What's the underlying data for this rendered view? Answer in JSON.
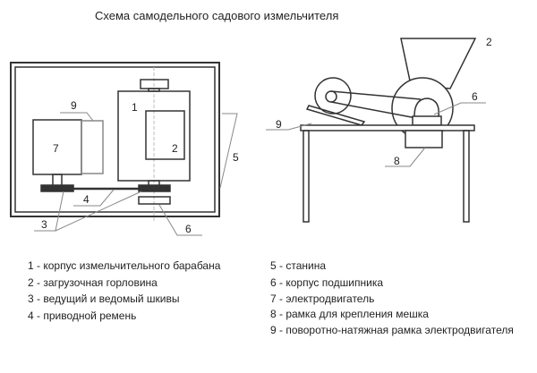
{
  "title": "Схема самодельного садового измельчителя",
  "callouts": {
    "c1": "1",
    "c2": "2",
    "c3": "3",
    "c4": "4",
    "c5": "5",
    "c6": "6",
    "c7": "7",
    "c8": "8",
    "c9": "9"
  },
  "legend": [
    "1 - корпус измельчительного барабана",
    "2 - загрузочная горловина",
    "3 - ведущий и ведомый шкивы",
    "4 - приводной ремень",
    "5 - станина",
    "6 - корпус подшипника",
    "7 - электродвигатель",
    "8 - рамка для крепления мешка",
    "9 - поворотно-натяжная рамка электродвигателя"
  ]
}
